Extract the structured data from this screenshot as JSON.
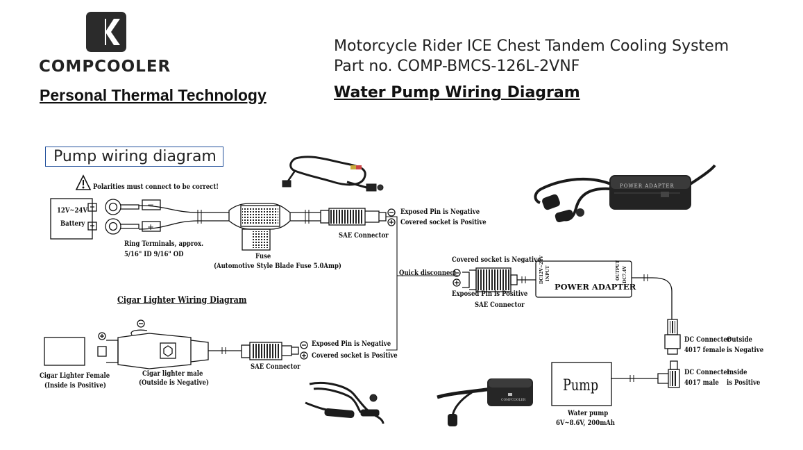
{
  "brand": {
    "name": "COMPCOOLER",
    "tagline": "Personal Thermal Technology"
  },
  "header": {
    "line1": "Motorcycle Rider ICE Chest Tandem Cooling System",
    "line2": "Part no. COMP-BMCS-126L-2VNF",
    "subtitle": "Water Pump Wiring Diagram"
  },
  "diagram": {
    "box_title": "Pump wiring diagram",
    "polarity_warning": "Polarities must connect to be correct!",
    "battery": {
      "line1": "12V~24V",
      "line2": "Battery"
    },
    "ring_terminals": {
      "line1": "Ring Terminals, approx.",
      "line2": "5/16\" ID 9/16\" OD"
    },
    "fuse": {
      "line1": "Fuse",
      "line2": "(Automotive Style Blade Fuse 5.0Amp)"
    },
    "sae_connector_top": "SAE Connector",
    "exposed_pin_negative": "Exposed Pin is Negative",
    "covered_socket_positive": "Covered socket is Positive",
    "quick_disconnect": "Quick disconnect",
    "adapter_covered_negative": "Covered socket is Negative",
    "adapter_exposed_positive": "Exposed Pin is Positive",
    "sae_connector_adapter": "SAE Connector",
    "power_adapter": "POWER ADAPTER",
    "adapter_input": {
      "line1": "INPUT",
      "line2": "DC12V~24V"
    },
    "adapter_output": {
      "line1": "OUTPUT",
      "line2": "DC7.4V"
    },
    "photo_adapter_label": "POWER ADAPTER",
    "cigar_section_title": "Cigar Lighter Wiring Diagram",
    "cigar_female": {
      "line1": "Cigar Lighter Female",
      "line2": "(Inside is Positive)"
    },
    "cigar_male": {
      "line1": "Cigar lighter male",
      "line2": "(Outside is Negative)"
    },
    "sae_connector_cigar": "SAE Connector",
    "cigar_exposed_negative": "Exposed Pin is Negative",
    "cigar_covered_positive": "Covered socket is Positive",
    "dc_female": {
      "line1": "DC Connecter",
      "line2": "4017 female",
      "side1": "Outside",
      "side2": "is Negative"
    },
    "dc_male": {
      "line1": "DC Connecter",
      "line2": "4017 male",
      "side1": "Inside",
      "side2": "is Positive"
    },
    "pump_label": "Pump",
    "water_pump": {
      "line1": "Water pump",
      "line2": "6V~8.6V, 200mAh"
    },
    "photo_pump_brand": "COMPCOOLER",
    "minus_sign": "−",
    "plus_sign": "+",
    "circled_minus": "⊖",
    "circled_plus": "⊕"
  }
}
